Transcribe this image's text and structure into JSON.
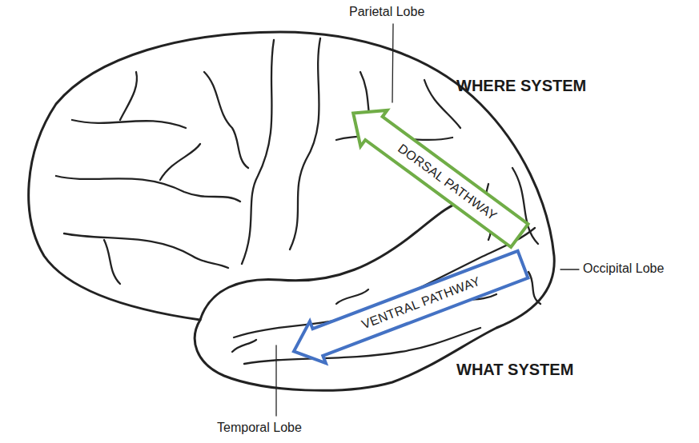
{
  "diagram": {
    "nodes": [
      {
        "text": [
          "DORSAL PATHWAY"
        ]
      },
      {
        "text": [
          "VENTRAL PATHWAY"
        ]
      }
    ],
    "labels": [
      "Parietal Lobe",
      "WHERE SYSTEM",
      "Occipital Lobe",
      "WHAT SYSTEM",
      "Temporal Lobe"
    ]
  }
}
